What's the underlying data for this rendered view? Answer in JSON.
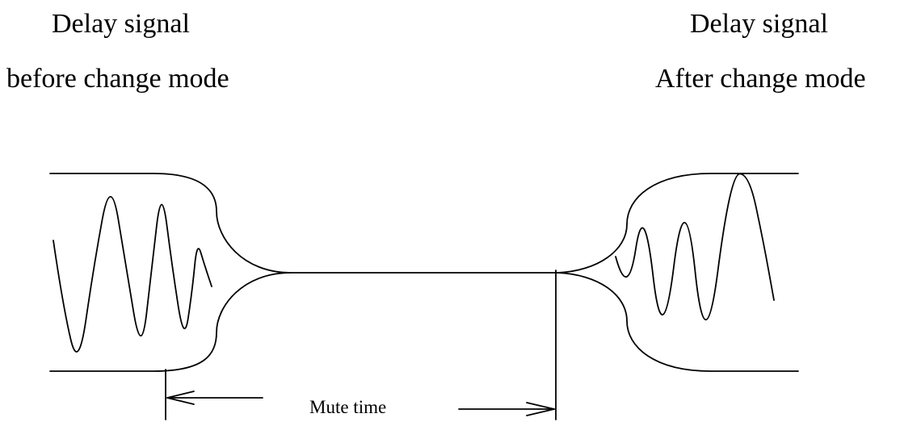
{
  "labels": {
    "left_title_line1": "Delay signal",
    "left_title_line2": "before change mode",
    "right_title_line1": "Delay signal",
    "right_title_line2": "After change mode",
    "mute": "Mute time"
  },
  "colors": {
    "stroke": "#000000",
    "background": "#ffffff"
  }
}
